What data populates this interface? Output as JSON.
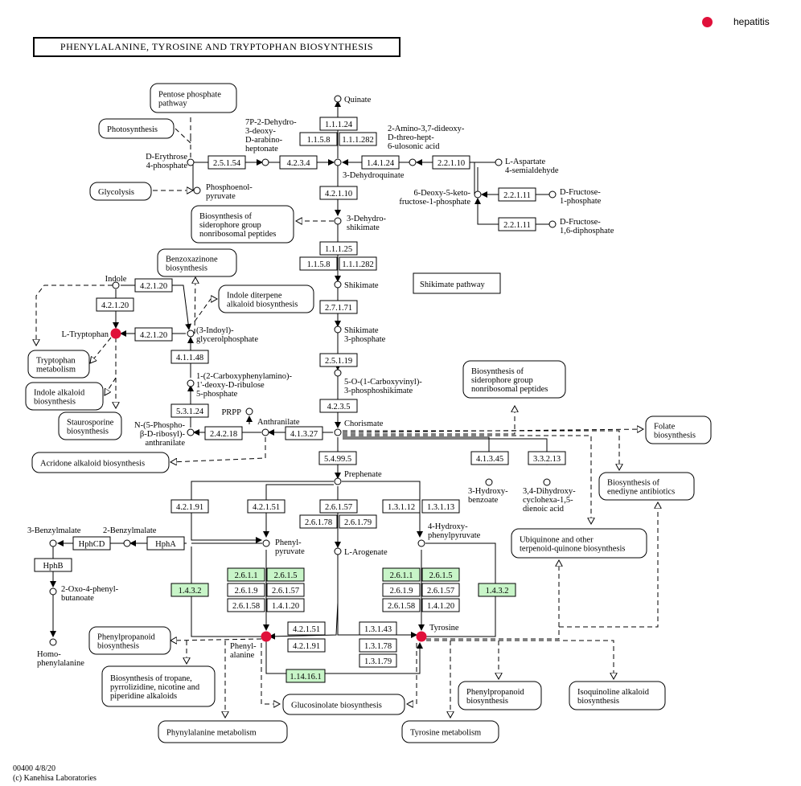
{
  "title": "PHENYLALANINE, TYROSINE AND TRYPTOPHAN BIOSYNTHESIS",
  "legend": {
    "label": "hepatitis",
    "color": "#e0103a"
  },
  "footer": {
    "map_id": "00400 4/8/20",
    "copyright": "(c) Kanehisa Laboratories"
  },
  "colors": {
    "highlight_box": "#c8f5c8",
    "hit_compound": "#e0103a"
  },
  "compounds": {
    "quinate": [
      "Quinate"
    ],
    "dahp": [
      "7P-2-Dehydro-",
      "3-deoxy-",
      "D-arabino-",
      "heptonate"
    ],
    "amino_dideoxy": [
      "2-Amino-3,7-dideoxy-",
      "D-threo-hept-",
      "6-ulosonic acid"
    ],
    "erythrose": [
      "D-Erythrose",
      "4-phosphate"
    ],
    "pep": [
      "Phosphoenol-",
      "pyruvate"
    ],
    "dehydroquinate": [
      "3-Dehydroquinate"
    ],
    "aspartate_sa": [
      "L-Aspartate",
      "4-semialdehyde"
    ],
    "deoxy_keto": [
      "6-Deoxy-5-keto-",
      "fructose-1-phosphate"
    ],
    "fru1p": [
      "D-Fructose-",
      "1-phosphate"
    ],
    "fbp": [
      "D-Fructose-",
      "1,6-diphosphate"
    ],
    "dehydroshikimate": [
      "3-Dehydro-",
      "shikimate"
    ],
    "shikimate": [
      "Shikimate"
    ],
    "shikimate3p": [
      "Shikimate",
      "3-phosphate"
    ],
    "epsp": [
      "5-O-(1-Carboxyvinyl)-",
      "3-phosphoshikimate"
    ],
    "chorismate": [
      "Chorismate"
    ],
    "indole": [
      "Indole"
    ],
    "tryptophan": [
      "L-Tryptophan"
    ],
    "igp": [
      "(3-Indoyl)-",
      "glycerolphosphate"
    ],
    "cdrp": [
      "1-(2-Carboxyphenylamino)-",
      "1'-deoxy-D-ribulose",
      "5-phosphate"
    ],
    "prpp": [
      "PRPP"
    ],
    "prant": [
      "N-(5-Phospho-",
      "β-D-ribosyl)-",
      "anthranilate"
    ],
    "anthranilate": [
      "Anthranilate"
    ],
    "prephenate": [
      "Prephenate"
    ],
    "hydroxybenzoate": [
      "3-Hydroxy-",
      "benzoate"
    ],
    "dihydroxy": [
      "3,4-Dihydroxy-",
      "cyclohexa-1,5-",
      "dienoic acid"
    ],
    "phenylpyruvate": [
      "Phenyl-",
      "pyruvate"
    ],
    "arogenate": [
      "L-Arogenate"
    ],
    "hpp": [
      "4-Hydroxy-",
      "phenylpyruvate"
    ],
    "benzylmalate3": [
      "3-Benzylmalate"
    ],
    "benzylmalate2": [
      "2-Benzylmalate"
    ],
    "oxophenyl": [
      "2-Oxo-4-phenyl-",
      "butanoate"
    ],
    "homophe": [
      "Homo-",
      "phenylalanine"
    ],
    "phenylalanine": [
      "Phenyl-",
      "alanine"
    ],
    "tyrosine": [
      "Tyrosine"
    ]
  },
  "maps": {
    "pentose": [
      "Pentose phosphate",
      "pathway"
    ],
    "photosynthesis": [
      "Photosynthesis"
    ],
    "glycolysis": [
      "Glycolysis"
    ],
    "siderophore1": [
      "Biosynthesis of",
      "siderophore group",
      "nonribosomal peptides"
    ],
    "benzoxazinone": [
      "Benzoxazinone",
      "biosynthesis"
    ],
    "indole_diterpene": [
      "Indole diterpene",
      "alkaloid biosynthesis"
    ],
    "shikimate_pathway": [
      "Shikimate pathway"
    ],
    "trp_metabolism": [
      "Tryptophan",
      "metabolism"
    ],
    "indole_alkaloid": [
      "Indole alkaloid",
      "biosynthesis"
    ],
    "staurosporine": [
      "Staurosporine",
      "biosynthesis"
    ],
    "acridone": [
      "Acridone alkaloid biosynthesis"
    ],
    "siderophore2": [
      "Biosynthesis of",
      "siderophore group",
      "nonribosomal peptides"
    ],
    "folate": [
      "Folate",
      "biosynthesis"
    ],
    "enediyne": [
      "Biosynthesis of",
      "enediyne antibiotics"
    ],
    "ubiquinone": [
      "Ubiquinone and other",
      "terpenoid-quinone biosynthesis"
    ],
    "phenylpropanoid1": [
      "Phenylpropanoid",
      "biosynthesis"
    ],
    "tropane": [
      "Biosynthesis of tropane,",
      "pyrrolizidine, nicotine and",
      "piperidine alkaloids"
    ],
    "glucosinolate": [
      "Glucosinolate biosynthesis"
    ],
    "phe_metabolism": [
      "Phynylalanine metabolism"
    ],
    "tyr_metabolism": [
      "Tyrosine metabolism"
    ],
    "phenylpropanoid2": [
      "Phenylpropanoid",
      "biosynthesis"
    ],
    "isoquinoline": [
      "Isoquinoline alkaloid",
      "biosynthesis"
    ]
  },
  "enzymes": {
    "e2_5_1_54": "2.5.1.54",
    "e4_2_3_4": "4.2.3.4",
    "e1_1_1_24a": "1.1.1.24",
    "e1_1_5_8a": "1.1.5.8",
    "e1_1_1_282a": "1.1.1.282",
    "e1_4_1_24": "1.4.1.24",
    "e2_2_1_10": "2.2.1.10",
    "e2_2_1_11a": "2.2.1.11",
    "e2_2_1_11b": "2.2.1.11",
    "e4_2_1_10": "4.2.1.10",
    "e1_1_1_25": "1.1.1.25",
    "e1_1_5_8b": "1.1.5.8",
    "e1_1_1_282b": "1.1.1.282",
    "e2_7_1_71": "2.7.1.71",
    "e2_5_1_19": "2.5.1.19",
    "e4_2_3_5": "4.2.3.5",
    "e4_2_1_20a": "4.2.1.20",
    "e4_2_1_20b": "4.2.1.20",
    "e4_2_1_20c": "4.2.1.20",
    "e4_1_1_48": "4.1.1.48",
    "e5_3_1_24": "5.3.1.24",
    "e2_4_2_18": "2.4.2.18",
    "e4_1_3_27": "4.1.3.27",
    "e5_4_99_5": "5.4.99.5",
    "e4_1_3_45": "4.1.3.45",
    "e3_3_2_13": "3.3.2.13",
    "e4_2_1_91a": "4.2.1.91",
    "e4_2_1_51a": "4.2.1.51",
    "e2_6_1_57a": "2.6.1.57",
    "e2_6_1_78": "2.6.1.78",
    "e2_6_1_79": "2.6.1.79",
    "e1_3_1_12": "1.3.1.12",
    "e1_3_1_13": "1.3.1.13",
    "hphcd": "HphCD",
    "hpha": "HphA",
    "hphb": "HphB",
    "e1_4_3_2a": "1.4.3.2",
    "e2_6_1_1a": "2.6.1.1",
    "e2_6_1_5a": "2.6.1.5",
    "e2_6_1_9a": "2.6.1.9",
    "e2_6_1_57b": "2.6.1.57",
    "e2_6_1_58a": "2.6.1.58",
    "e1_4_1_20a": "1.4.1.20",
    "e2_6_1_1b": "2.6.1.1",
    "e2_6_1_5b": "2.6.1.5",
    "e2_6_1_9b": "2.6.1.9",
    "e2_6_1_57c": "2.6.1.57",
    "e2_6_1_58b": "2.6.1.58",
    "e1_4_1_20b": "1.4.1.20",
    "e1_4_3_2b": "1.4.3.2",
    "e4_2_1_51b": "4.2.1.51",
    "e4_2_1_91b": "4.2.1.91",
    "e1_3_1_43": "1.3.1.43",
    "e1_3_1_78": "1.3.1.78",
    "e1_3_1_79": "1.3.1.79",
    "e1_14_16_1": "1.14.16.1"
  }
}
